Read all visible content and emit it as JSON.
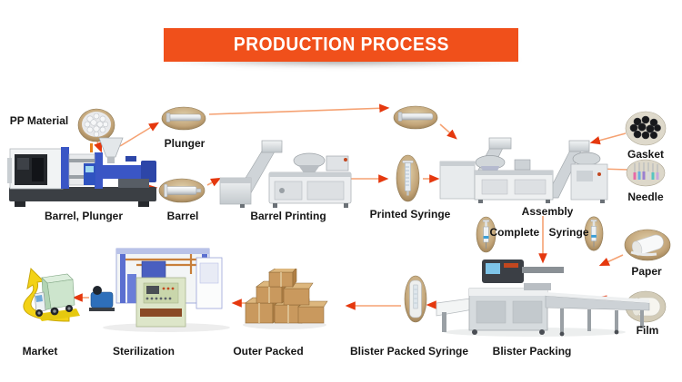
{
  "banner": {
    "title": "PRODUCTION PROCESS",
    "bg_color": "#F0501B",
    "text_color": "#FFFFFF"
  },
  "colors": {
    "arrow_line": "#F5A273",
    "arrow_head": "#E5380E",
    "label_text": "#161616",
    "oval_wood": "#C4A97E",
    "machine_blue": "#3A56C5",
    "carton_tan": "#C9995E",
    "road_yellow": "#F3D216",
    "cabinet_green": "#DDE6C9"
  },
  "nodes": [
    {
      "id": "pp-material",
      "label": "PP Material"
    },
    {
      "id": "injection-molding",
      "label": "Barrel, Plunger"
    },
    {
      "id": "plunger",
      "label": "Plunger"
    },
    {
      "id": "barrel",
      "label": "Barrel"
    },
    {
      "id": "barrel-printing",
      "label": "Barrel Printing"
    },
    {
      "id": "printed-syringe",
      "label": "Printed Syringe"
    },
    {
      "id": "assembly",
      "label": "Assembly"
    },
    {
      "id": "gasket",
      "label": "Gasket"
    },
    {
      "id": "needle",
      "label": "Needle"
    },
    {
      "id": "complete-syringe",
      "label": "Complete Syringe"
    },
    {
      "id": "paper",
      "label": "Paper"
    },
    {
      "id": "film",
      "label": "Film"
    },
    {
      "id": "blister-packing",
      "label": "Blister Packing"
    },
    {
      "id": "blister-packed-syringe",
      "label": "Blister Packed Syringe"
    },
    {
      "id": "outer-packed",
      "label": "Outer Packed"
    },
    {
      "id": "sterilization",
      "label": "Sterilization"
    },
    {
      "id": "market",
      "label": "Market"
    }
  ],
  "arrows": [
    {
      "from": "pp-material",
      "to": "injection-molding"
    },
    {
      "from": "injection-molding",
      "to": "plunger"
    },
    {
      "from": "injection-molding",
      "to": "barrel"
    },
    {
      "from": "plunger",
      "to": "assembly"
    },
    {
      "from": "barrel",
      "to": "barrel-printing"
    },
    {
      "from": "barrel-printing",
      "to": "printed-syringe"
    },
    {
      "from": "printed-syringe",
      "to": "assembly"
    },
    {
      "from": "gasket",
      "to": "assembly"
    },
    {
      "from": "needle",
      "to": "assembly"
    },
    {
      "from": "assembly",
      "to": "blister-packing"
    },
    {
      "from": "paper",
      "to": "blister-packing"
    },
    {
      "from": "film",
      "to": "blister-packing"
    },
    {
      "from": "blister-packing",
      "to": "blister-packed-syringe"
    },
    {
      "from": "blister-packed-syringe",
      "to": "outer-packed"
    },
    {
      "from": "outer-packed",
      "to": "sterilization"
    },
    {
      "from": "sterilization",
      "to": "market"
    }
  ]
}
